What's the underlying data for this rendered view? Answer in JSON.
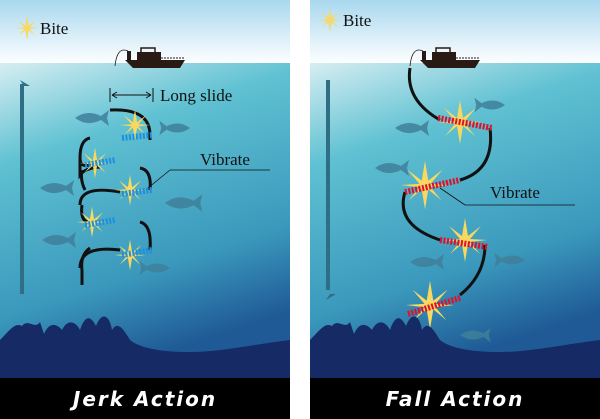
{
  "legend": {
    "bite_label": "Bite"
  },
  "left_panel": {
    "title": "Jerk Action",
    "annotation_slide": "Long slide",
    "annotation_vibrate": "Vibrate",
    "arrow_direction": "up"
  },
  "right_panel": {
    "title": "Fall Action",
    "annotation_vibrate": "Vibrate",
    "arrow_direction": "down"
  },
  "colors": {
    "jerk_lure": "#1e90e0",
    "fall_lure": "#e0102a",
    "bite_star": "#f8d860",
    "seabed": "#162a66",
    "banner": "#000000"
  }
}
